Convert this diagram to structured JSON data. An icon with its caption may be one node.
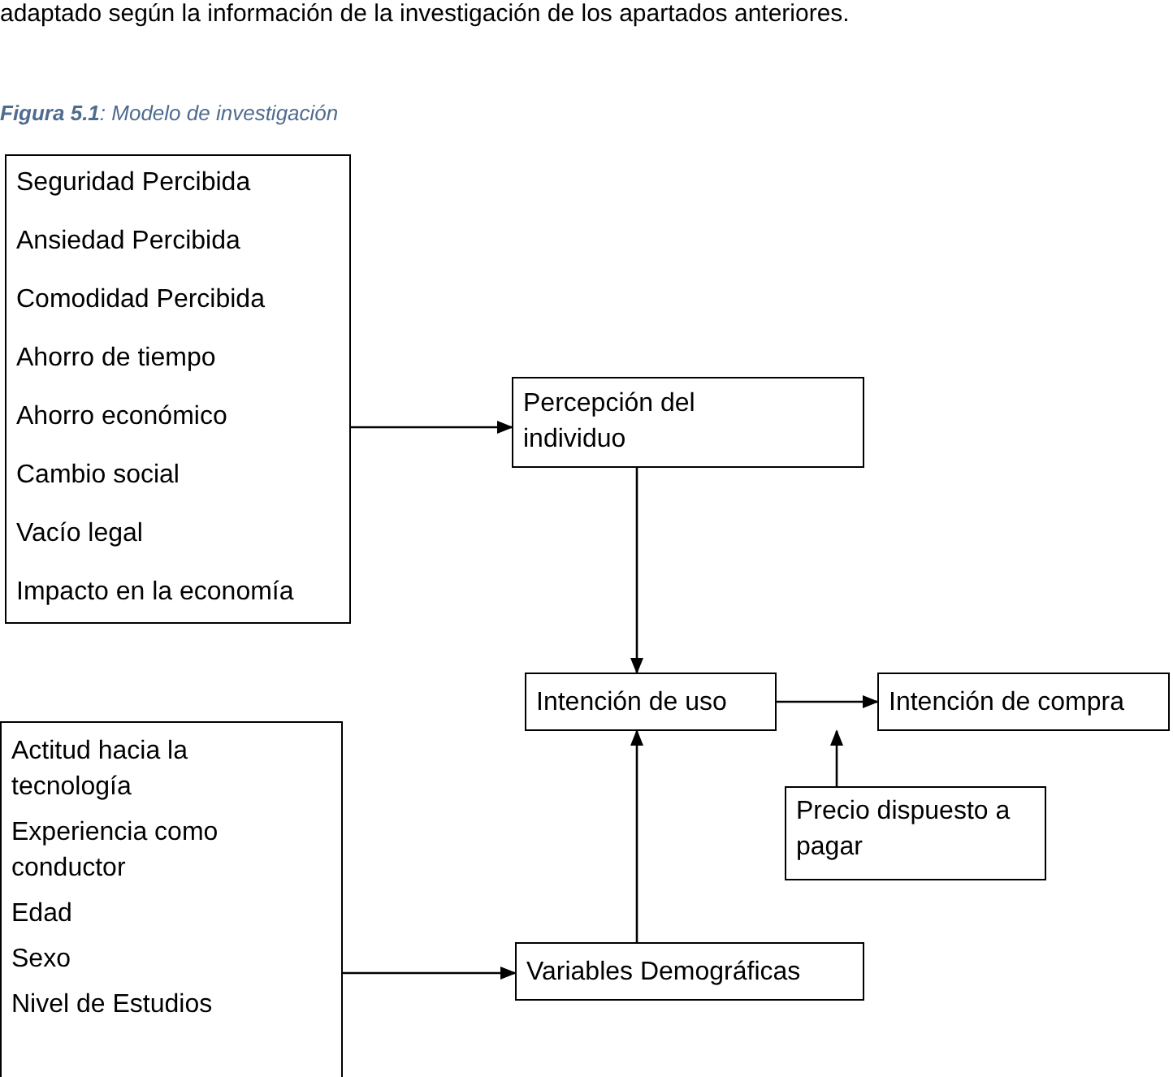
{
  "diagram": {
    "title": "**Figura 5.1**: Modelo de investigación",
    "nodes": [
      {
        "text": [
          "Seguridad Percibida",
          "Ansiedad Percibida",
          "Comodidad Percibida",
          "Ahorro de tiempo",
          "Ahorro económico",
          "Cambio social",
          "Vacío legal",
          "Impacto en la economía"
        ]
      },
      {
        "text": [
          "Percepción del individuo"
        ]
      },
      {
        "text": [
          "Intención de uso"
        ]
      },
      {
        "text": [
          "Intención de compra"
        ]
      },
      {
        "text": [
          "Precio dispuesto a pagar"
        ]
      },
      {
        "text": [
          "Actitud hacia la tecnología",
          "Experiencia como conductor",
          "Edad",
          "Sexo",
          "Nivel de Estudios"
        ]
      },
      {
        "text": [
          "Variables Demográficas"
        ]
      }
    ],
    "edges": [
      {
        "from": 0,
        "to": 1,
        "arrow": "to"
      },
      {
        "from": 1,
        "to": 2,
        "arrow": "to"
      },
      {
        "from": 2,
        "to": 3,
        "arrow": "to"
      },
      {
        "from": 4,
        "to": 3,
        "arrow": "to"
      },
      {
        "from": 6,
        "to": 2,
        "arrow": "to"
      },
      {
        "from": 5,
        "to": 6,
        "arrow": "to"
      }
    ],
    "labels": [
      "adaptado según la información de la investigación de los apartados anteriores."
    ]
  }
}
